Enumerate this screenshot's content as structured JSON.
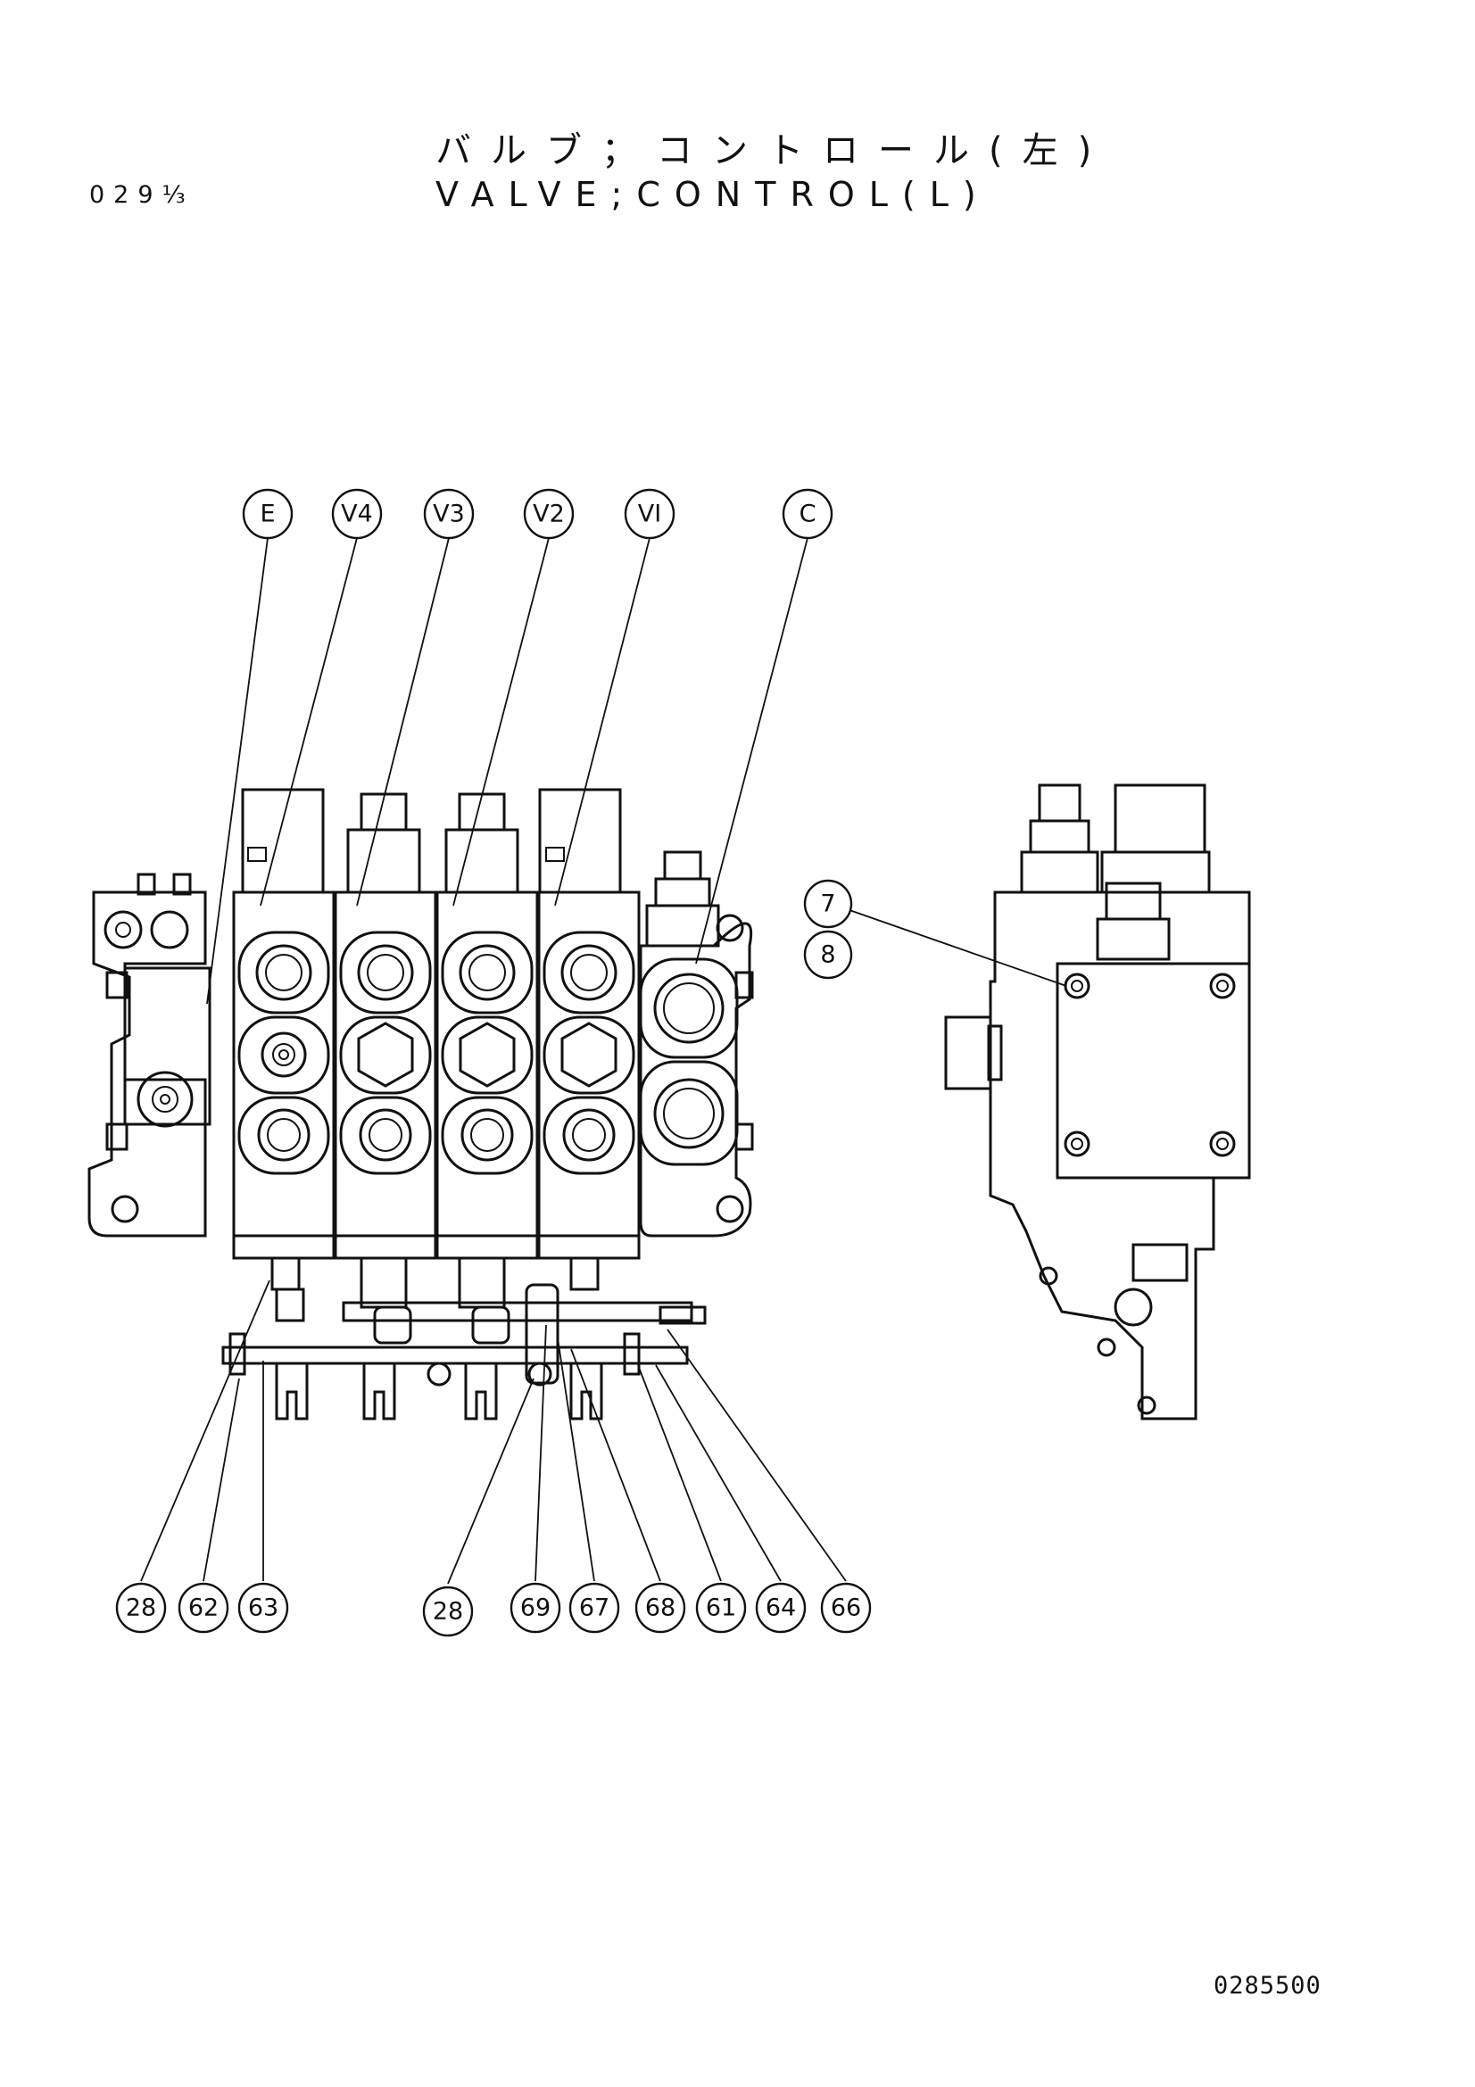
{
  "header": {
    "page_code": "029⅓",
    "title_jp": "バルブ；コントロール(左)",
    "title_en": "VALVE;CONTROL(L)"
  },
  "footer": {
    "drawing_number": "0285500"
  },
  "callouts": {
    "top": [
      "E",
      "V4",
      "V3",
      "V2",
      "VI",
      "C"
    ],
    "side": [
      "7",
      "8"
    ],
    "bottom": [
      "28",
      "62",
      "63",
      "28",
      "69",
      "67",
      "68",
      "61",
      "64",
      "66"
    ]
  }
}
